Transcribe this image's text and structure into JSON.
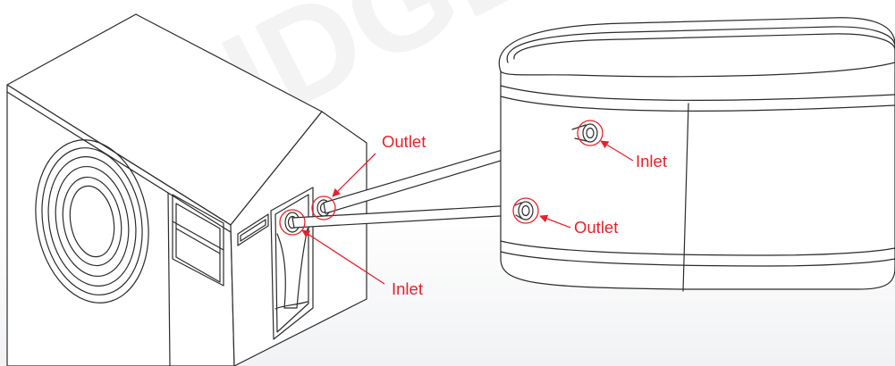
{
  "labels": {
    "heat_pump_outlet": "Outlet",
    "heat_pump_inlet": "Inlet",
    "tub_inlet": "Inlet",
    "tub_outlet": "Outlet"
  },
  "watermark": "BRIDGE",
  "colors": {
    "annotation": "#e8202a",
    "line": "#2b2b2b",
    "background": "#ffffff"
  }
}
